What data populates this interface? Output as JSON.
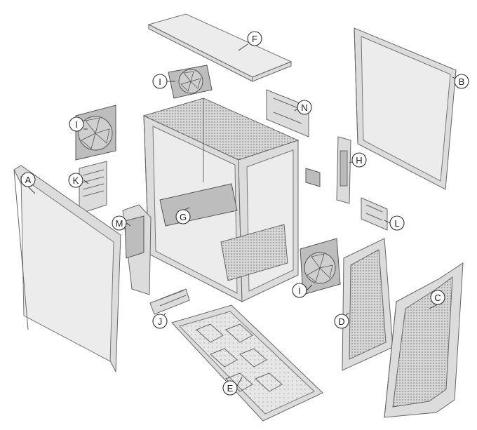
{
  "figure": {
    "callouts": [
      {
        "id": "A",
        "text": "A"
      },
      {
        "id": "B",
        "text": "B"
      },
      {
        "id": "C",
        "text": "C"
      },
      {
        "id": "D",
        "text": "D"
      },
      {
        "id": "E",
        "text": "E"
      },
      {
        "id": "F",
        "text": "F"
      },
      {
        "id": "G",
        "text": "G"
      },
      {
        "id": "H",
        "text": "H"
      },
      {
        "id": "I1",
        "text": "I"
      },
      {
        "id": "I2",
        "text": "I"
      },
      {
        "id": "I3",
        "text": "I"
      },
      {
        "id": "J",
        "text": "J"
      },
      {
        "id": "K",
        "text": "K"
      },
      {
        "id": "L",
        "text": "L"
      },
      {
        "id": "M",
        "text": "M"
      },
      {
        "id": "N",
        "text": "N"
      }
    ],
    "colors": {
      "panel": "#dcdcdc",
      "outline": "#666666",
      "callout_stroke": "#333333",
      "background": "#ffffff"
    }
  }
}
